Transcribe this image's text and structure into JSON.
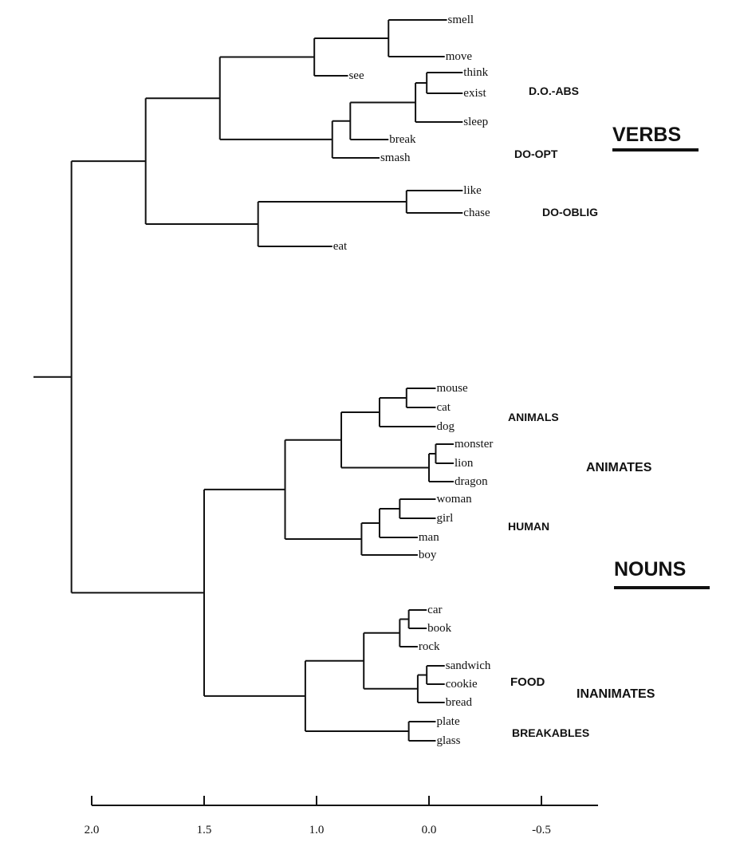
{
  "chart_data": {
    "type": "dendrogram",
    "axis": {
      "ticks": [
        {
          "label": "2.0",
          "value": 2.0
        },
        {
          "label": "1.5",
          "value": 1.5
        },
        {
          "label": "1.0",
          "value": 1.0
        },
        {
          "label": "0.0",
          "value": 0.5
        },
        {
          "label": "-0.5",
          "value": 0.0
        }
      ]
    },
    "tree": {
      "h": 2.09,
      "children": [
        {
          "h": 1.76,
          "children": [
            {
              "h": 1.43,
              "children": [
                {
                  "h": 1.01,
                  "children": [
                    {
                      "h": 0.68,
                      "children": [
                        {
                          "leaf": "smell",
                          "h": 0.42
                        },
                        {
                          "leaf": "move",
                          "h": 0.43
                        }
                      ]
                    },
                    {
                      "leaf": "see",
                      "h": 0.86
                    }
                  ]
                },
                {
                  "h": 0.93,
                  "children": [
                    {
                      "h": 0.85,
                      "children": [
                        {
                          "h": 0.56,
                          "children": [
                            {
                              "h": 0.51,
                              "children": [
                                {
                                  "leaf": "think",
                                  "h": 0.35
                                },
                                {
                                  "leaf": "exist",
                                  "h": 0.35
                                }
                              ]
                            },
                            {
                              "leaf": "sleep",
                              "h": 0.35
                            }
                          ]
                        },
                        {
                          "leaf": "break",
                          "h": 0.68
                        }
                      ]
                    },
                    {
                      "leaf": "smash",
                      "h": 0.72
                    }
                  ]
                }
              ]
            },
            {
              "h": 1.26,
              "children": [
                {
                  "h": 0.6,
                  "children": [
                    {
                      "leaf": "like",
                      "h": 0.35
                    },
                    {
                      "leaf": "chase",
                      "h": 0.35
                    }
                  ]
                },
                {
                  "leaf": "eat",
                  "h": 0.93
                }
              ]
            }
          ]
        },
        {
          "h": 1.5,
          "children": [
            {
              "h": 1.14,
              "children": [
                {
                  "h": 0.89,
                  "children": [
                    {
                      "h": 0.72,
                      "children": [
                        {
                          "h": 0.6,
                          "children": [
                            {
                              "leaf": "mouse",
                              "h": 0.47
                            },
                            {
                              "leaf": "cat",
                              "h": 0.47
                            }
                          ]
                        },
                        {
                          "leaf": "dog",
                          "h": 0.47
                        }
                      ]
                    },
                    {
                      "h": 0.5,
                      "children": [
                        {
                          "h": 0.47,
                          "children": [
                            {
                              "leaf": "monster",
                              "h": 0.39
                            },
                            {
                              "leaf": "lion",
                              "h": 0.39
                            }
                          ]
                        },
                        {
                          "leaf": "dragon",
                          "h": 0.39
                        }
                      ]
                    }
                  ]
                },
                {
                  "h": 0.8,
                  "children": [
                    {
                      "h": 0.72,
                      "children": [
                        {
                          "h": 0.63,
                          "children": [
                            {
                              "leaf": "woman",
                              "h": 0.47
                            },
                            {
                              "leaf": "girl",
                              "h": 0.47
                            }
                          ]
                        },
                        {
                          "leaf": "man",
                          "h": 0.55
                        }
                      ]
                    },
                    {
                      "leaf": "boy",
                      "h": 0.55
                    }
                  ]
                }
              ]
            },
            {
              "h": 1.05,
              "children": [
                {
                  "h": 0.79,
                  "children": [
                    {
                      "h": 0.63,
                      "children": [
                        {
                          "h": 0.59,
                          "children": [
                            {
                              "leaf": "car",
                              "h": 0.51
                            },
                            {
                              "leaf": "book",
                              "h": 0.51
                            }
                          ]
                        },
                        {
                          "leaf": "rock",
                          "h": 0.55
                        }
                      ]
                    },
                    {
                      "h": 0.55,
                      "children": [
                        {
                          "h": 0.51,
                          "children": [
                            {
                              "leaf": "sandwich",
                              "h": 0.43
                            },
                            {
                              "leaf": "cookie",
                              "h": 0.43
                            }
                          ]
                        },
                        {
                          "leaf": "bread",
                          "h": 0.43
                        }
                      ]
                    }
                  ]
                },
                {
                  "h": 0.59,
                  "children": [
                    {
                      "leaf": "plate",
                      "h": 0.47
                    },
                    {
                      "leaf": "glass",
                      "h": 0.47
                    }
                  ]
                }
              ]
            }
          ]
        }
      ]
    },
    "group_labels": {
      "do_abs": "D.O.-ABS",
      "do_opt": "DO-OPT",
      "do_oblig": "DO-OBLIG",
      "verbs": "VERBS",
      "animals": "ANIMALS",
      "animates": "ANIMATES",
      "human": "HUMAN",
      "nouns": "NOUNS",
      "food": "FOOD",
      "inanimates": "INANIMATES",
      "breakables": "BREAKABLES"
    }
  }
}
